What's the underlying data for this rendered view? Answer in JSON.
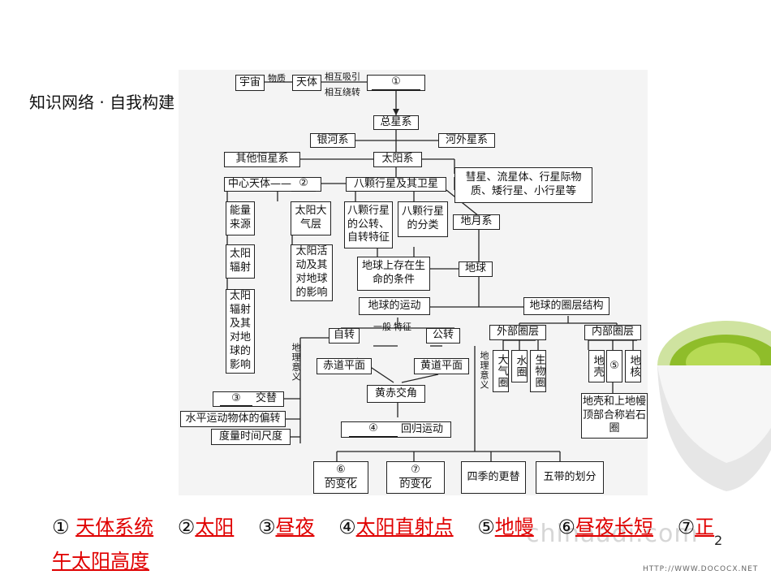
{
  "title": "知识网络 · 自我构建",
  "nodes": {
    "universe": "宇宙",
    "celestial": "天体",
    "blank1": "①",
    "total_galaxy": "总星系",
    "milky_way": "银河系",
    "other_galaxy": "河外星系",
    "other_stars": "其他恒星系",
    "solar_system": "太阳系",
    "center_body": "中心天体——",
    "blank2": "②",
    "eight_planets": "八颗行星及其卫星",
    "small_bodies": "彗星、流星体、行星际物质、矮行星、小行星等",
    "energy_source": "能量来源",
    "solar_atmos": "太阳大气层",
    "planet_motion": "八颗行星的公转、自转特征",
    "planet_class": "八颗行星的分类",
    "earth_moon": "地月系",
    "solar_radiation": "太阳辐射",
    "solar_activity": "太阳活动及其对地球的影响",
    "life_cond": "地球上存在生命的条件",
    "earth": "地球",
    "radiation_impact": "太阳辐射及其对地球的影响",
    "earth_motion": "地球的运动",
    "earth_layers": "地球的圈层结构",
    "rotation": "自转",
    "revolution": "公转",
    "outer_layers": "外部圈层",
    "inner_layers": "内部圈层",
    "equator_plane": "赤道平面",
    "ecliptic_plane": "黄道平面",
    "atmosphere": "大气圈",
    "hydrosphere": "水圈",
    "biosphere": "生物圈",
    "crust": "地壳",
    "blank5": "⑤",
    "core": "地核",
    "obliquity": "黄赤交角",
    "lithosphere": "地壳和上地幔顶部合称岩石圈",
    "blank3": "③",
    "day_night": "交替",
    "deflection": "水平运动物体的偏转",
    "time_scale": "度量时间尺度",
    "blank4": "④",
    "return_motion": "回归运动",
    "blank6": "⑥",
    "change6": "的变化",
    "blank7": "⑦",
    "change7": "的变化",
    "seasons": "四季的更替",
    "five_zones": "五带的划分"
  },
  "edge_labels": {
    "matter": "物质",
    "attract": "相互吸引",
    "orbit": "相互绕转",
    "general": "一般",
    "feature": "特征",
    "geo_meaning1": "地理意义",
    "geo_meaning2": "地理意义"
  },
  "answers": [
    {
      "num": "①",
      "text": "天体系统"
    },
    {
      "num": "②",
      "text": "太阳"
    },
    {
      "num": "③",
      "text": "昼夜"
    },
    {
      "num": "④",
      "text": "太阳直射点"
    },
    {
      "num": "⑤",
      "text": "地幔"
    },
    {
      "num": "⑥",
      "text": "昼夜长短"
    },
    {
      "num": "⑦",
      "text": "正午太阳高度"
    }
  ],
  "page_number": "2",
  "watermark": "chinaadi.com",
  "footer_url": "HTTP://WWW.DOCOCX.NET"
}
